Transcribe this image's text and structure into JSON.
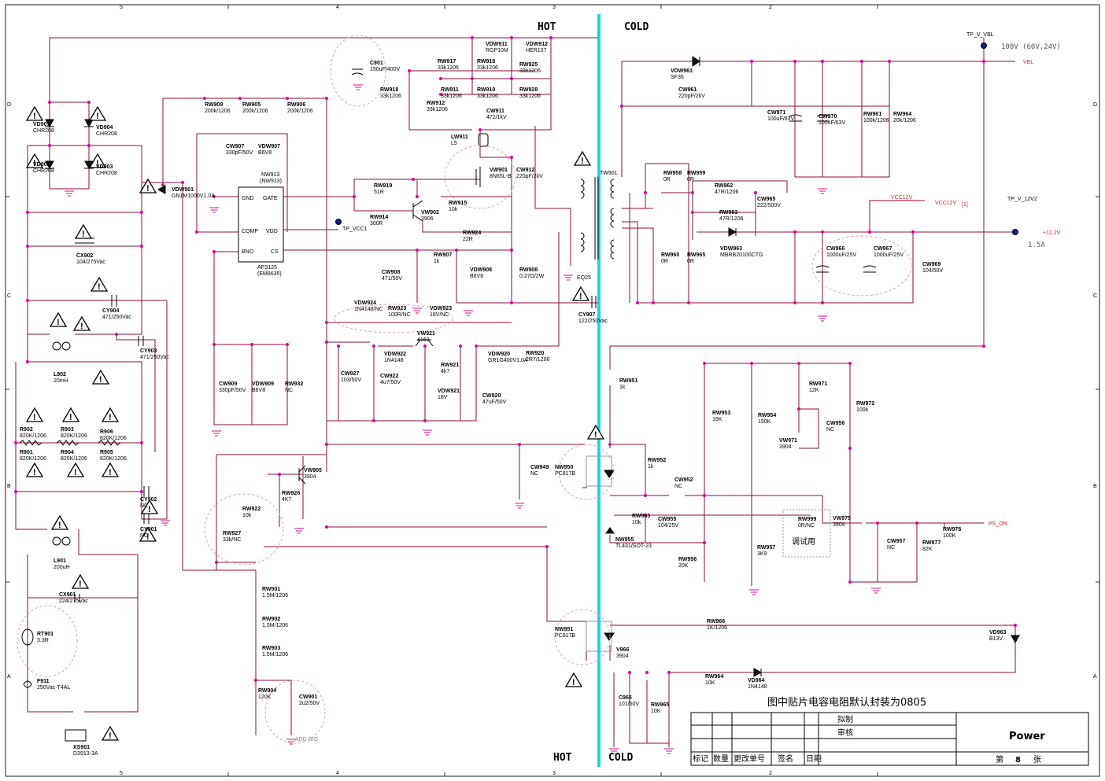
{
  "hot_cold": {
    "hot_top": "HOT",
    "cold_top": "COLD",
    "hot_bottom": "HOT",
    "cold_bottom": "COLD"
  },
  "grid": {
    "cols": [
      "5",
      "4",
      "3",
      "2"
    ],
    "rows": [
      "D",
      "C",
      "B",
      "A"
    ]
  },
  "note": "图中贴片电容电阻默认封装为0805",
  "title_block": {
    "title": "Power",
    "draft": "拟制",
    "review": "审核",
    "cols": [
      "标记",
      "数量",
      "更改单号",
      "签名",
      "日期"
    ],
    "sheet_prefix": "第",
    "sheet_no": "8",
    "sheet_suffix": "张"
  },
  "labels": {
    "tp_vbl": "TP_V_VBL",
    "vbl_volt": "100V (60V,24V)",
    "vbl": "VBL",
    "tp_12v": "TP_V_12V2",
    "p12v": "+12.2V",
    "p12_cur": "1.5A",
    "vcc12v_a": "VCC12V",
    "vcc12v_b": "VCC12V",
    "vcc12v_ref": "[1]",
    "ps_on": "PS_ON",
    "tp_vcc1": "TP_VCC1",
    "debug": "调试用",
    "add": "ADD B/O",
    "ic_name": "NW913",
    "ic_alt": "(NW913)",
    "ic_part": "AP3125",
    "ic_part2": "(EM8635)",
    "ic_gnd": "GND",
    "ic_comp": "COMP",
    "ic_bno": "BNO",
    "ic_gate": "GATE",
    "ic_vdd": "VDD",
    "ic_cs": "CS",
    "tx": "TW901",
    "eq25": "EQ25"
  },
  "parts": [
    {
      "ref": "VD901",
      "val": "CHR208"
    },
    {
      "ref": "VD904",
      "val": "CHR208"
    },
    {
      "ref": "VD902",
      "val": "CHR208"
    },
    {
      "ref": "VD903",
      "val": "CHR208"
    },
    {
      "ref": "VDW901",
      "val": "GN1M1000V1.0A"
    },
    {
      "ref": "CX902",
      "val": "104/275Vac"
    },
    {
      "ref": "CY904",
      "val": "471/250Vac"
    },
    {
      "ref": "CY903",
      "val": "471/250Vac"
    },
    {
      "ref": "L902",
      "val": "20mH"
    },
    {
      "ref": "R902",
      "val": "820K/1206"
    },
    {
      "ref": "R903",
      "val": "820K/1206"
    },
    {
      "ref": "R906",
      "val": "820K/1206"
    },
    {
      "ref": "R901",
      "val": "820K/1206"
    },
    {
      "ref": "R904",
      "val": "820K/1206"
    },
    {
      "ref": "R905",
      "val": "820K/1206"
    },
    {
      "ref": "CY902",
      "val": "NC"
    },
    {
      "ref": "CY901",
      "val": "NC"
    },
    {
      "ref": "L901",
      "val": "200uH"
    },
    {
      "ref": "CX901",
      "val": "224/275Vac"
    },
    {
      "ref": "RT901",
      "val": "3.3R"
    },
    {
      "ref": "F911",
      "val": "250Vac-T4AL"
    },
    {
      "ref": "XS901",
      "val": "D3913-3A"
    },
    {
      "ref": "RW909",
      "val": "200k/1206"
    },
    {
      "ref": "RW905",
      "val": "200k/1206"
    },
    {
      "ref": "RW906",
      "val": "200k/1206"
    },
    {
      "ref": "CW907",
      "val": "330pF/50V"
    },
    {
      "ref": "VDW907",
      "val": "B6V8"
    },
    {
      "ref": "C901",
      "val": "150uF/400V"
    },
    {
      "ref": "RW917",
      "val": "33k1206"
    },
    {
      "ref": "RW916",
      "val": "33k1206"
    },
    {
      "ref": "RW918",
      "val": "33k1206"
    },
    {
      "ref": "RW911",
      "val": "33k1206"
    },
    {
      "ref": "RW910",
      "val": "33k1206"
    },
    {
      "ref": "RW912",
      "val": "33k1206"
    },
    {
      "ref": "RW925",
      "val": "33k1206"
    },
    {
      "ref": "RW928",
      "val": "33k1206"
    },
    {
      "ref": "VDW911",
      "val": "RGP10M"
    },
    {
      "ref": "VDW912",
      "val": "HER107"
    },
    {
      "ref": "CW911",
      "val": "472/1kV"
    },
    {
      "ref": "LW911",
      "val": "L5"
    },
    {
      "ref": "VW901",
      "val": "8N65L-B"
    },
    {
      "ref": "CW912",
      "val": "220pF/2kV"
    },
    {
      "ref": "RW919",
      "val": "51R"
    },
    {
      "ref": "RW914",
      "val": "300R"
    },
    {
      "ref": "VW902",
      "val": "3906"
    },
    {
      "ref": "RW915",
      "val": "10k"
    },
    {
      "ref": "RW924",
      "val": "22R"
    },
    {
      "ref": "RW907",
      "val": "1k"
    },
    {
      "ref": "CW908",
      "val": "471/50V"
    },
    {
      "ref": "VDW908",
      "val": "B6V8"
    },
    {
      "ref": "RW908",
      "val": "0.27Ω/2W"
    },
    {
      "ref": "VDW924",
      "val": "1N4148/NC"
    },
    {
      "ref": "RW923",
      "val": "100R/NC"
    },
    {
      "ref": "VDW923",
      "val": "18V/NC"
    },
    {
      "ref": "VW921",
      "val": "4160"
    },
    {
      "ref": "VDW922",
      "val": "1N4148"
    },
    {
      "ref": "VDW920",
      "val": "GR1G400V1.0A"
    },
    {
      "ref": "RW920",
      "val": "2R7/1206"
    },
    {
      "ref": "CW927",
      "val": "103/50V"
    },
    {
      "ref": "CW922",
      "val": "4u7/50V"
    },
    {
      "ref": "RW921",
      "val": "4k7"
    },
    {
      "ref": "VDW921",
      "val": "18V"
    },
    {
      "ref": "CW920",
      "val": "47uF/50V"
    },
    {
      "ref": "CW909",
      "val": "330pF/50V"
    },
    {
      "ref": "VDW909",
      "val": "B6V8"
    },
    {
      "ref": "RW932",
      "val": "NC"
    },
    {
      "ref": "CY907",
      "val": "122/250Vac"
    },
    {
      "ref": "VW905",
      "val": "3904"
    },
    {
      "ref": "RW926",
      "val": "4K7"
    },
    {
      "ref": "RW922",
      "val": "10k"
    },
    {
      "ref": "RW927",
      "val": "33k/NC"
    },
    {
      "ref": "RW901",
      "val": "1.5M/1206"
    },
    {
      "ref": "RW902",
      "val": "1.5M/1206"
    },
    {
      "ref": "RW903",
      "val": "1.5M/1206"
    },
    {
      "ref": "RW904",
      "val": "120K"
    },
    {
      "ref": "CW901",
      "val": "2u2/50V"
    },
    {
      "ref": "CW949",
      "val": "NC"
    },
    {
      "ref": "NW950",
      "val": "PC817B"
    },
    {
      "ref": "NW951",
      "val": "PC817B"
    },
    {
      "ref": "VDW961",
      "val": "SF36"
    },
    {
      "ref": "CW961",
      "val": "220pF/2kV"
    },
    {
      "ref": "CW971",
      "val": "100uF/63V"
    },
    {
      "ref": "CW970",
      "val": "100uF/63V"
    },
    {
      "ref": "RW961",
      "val": "100k/1206"
    },
    {
      "ref": "RW964",
      "val": "20k/1206"
    },
    {
      "ref": "RW958",
      "val": "0R"
    },
    {
      "ref": "RW959",
      "val": "0R"
    },
    {
      "ref": "RW962",
      "val": "47R/1206"
    },
    {
      "ref": "CW965",
      "val": "222/500V"
    },
    {
      "ref": "RW963",
      "val": "47R/1206"
    },
    {
      "ref": "VDW963",
      "val": "MBRB20100CTG"
    },
    {
      "ref": "RW960",
      "val": "0R"
    },
    {
      "ref": "RW965",
      "val": "0R"
    },
    {
      "ref": "CW966",
      "val": "1000uF/25V"
    },
    {
      "ref": "CW967",
      "val": "1000uF/25V"
    },
    {
      "ref": "CW969",
      "val": "104/50V"
    },
    {
      "ref": "RW951",
      "val": "1k"
    },
    {
      "ref": "RW952",
      "val": "1k"
    },
    {
      "ref": "RW953",
      "val": "16K"
    },
    {
      "ref": "RW954",
      "val": "150K"
    },
    {
      "ref": "RW971",
      "val": "12K"
    },
    {
      "ref": "RW972",
      "val": "100k"
    },
    {
      "ref": "CW956",
      "val": "NC"
    },
    {
      "ref": "VW971",
      "val": "3904"
    },
    {
      "ref": "CW952",
      "val": "NC"
    },
    {
      "ref": "RW955",
      "val": "10k"
    },
    {
      "ref": "CW955",
      "val": "104/25V"
    },
    {
      "ref": "NW955",
      "val": "TL431/SOT-23"
    },
    {
      "ref": "RW956",
      "val": "20K"
    },
    {
      "ref": "RW957",
      "val": "3K9"
    },
    {
      "ref": "RW999",
      "val": "0R/NC"
    },
    {
      "ref": "VW975",
      "val": "3904"
    },
    {
      "ref": "CW957",
      "val": "NC"
    },
    {
      "ref": "RW977",
      "val": "82K"
    },
    {
      "ref": "RW976",
      "val": "100K"
    },
    {
      "ref": "RW966",
      "val": "1K/1206"
    },
    {
      "ref": "VD963",
      "val": "B13V"
    },
    {
      "ref": "V966",
      "val": "3904"
    },
    {
      "ref": "RW964b",
      "val": "10K"
    },
    {
      "ref": "VD964",
      "val": "1N4148"
    },
    {
      "ref": "C965",
      "val": "101/50V"
    },
    {
      "ref": "RW965b",
      "val": "10K"
    }
  ]
}
